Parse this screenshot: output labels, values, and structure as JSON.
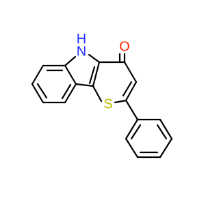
{
  "structure": {
    "atoms": {
      "n_label": "N",
      "h_label": "H",
      "s_label": "S",
      "o_label": "O"
    },
    "colors": {
      "bond": "#000000",
      "nitrogen": "#2233ff",
      "sulfur": "#bbbb00",
      "oxygen": "#ff2200",
      "background": "#ffffff"
    }
  }
}
